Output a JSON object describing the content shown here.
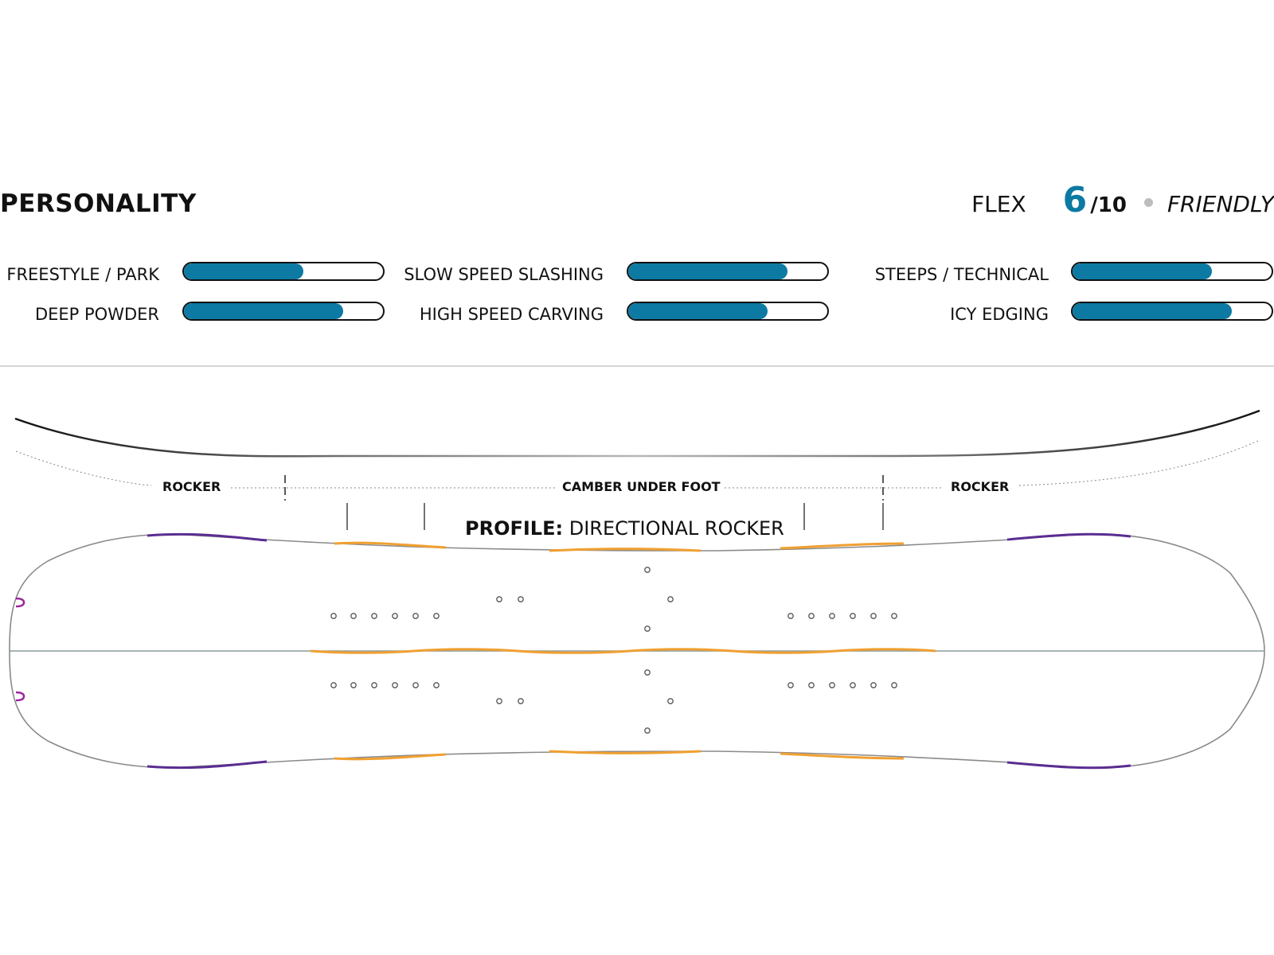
{
  "header": {
    "title": "PERSONALITY",
    "flex_label": "FLEX",
    "flex_value": "6",
    "flex_max": "/10",
    "flex_description": "FRIENDLY"
  },
  "ratings": [
    {
      "label": "FREESTYLE / PARK",
      "value": 0.6
    },
    {
      "label": "DEEP POWDER",
      "value": 0.8
    },
    {
      "label": "SLOW SPEED SLASHING",
      "value": 0.8
    },
    {
      "label": "HIGH SPEED CARVING",
      "value": 0.7
    },
    {
      "label": "STEEPS / TECHNICAL",
      "value": 0.7
    },
    {
      "label": "ICY EDGING",
      "value": 0.8
    }
  ],
  "profile": {
    "zones": [
      "ROCKER",
      "CAMBER UNDER FOOT",
      "ROCKER"
    ],
    "title_prefix": "PROFILE:",
    "title_value": "DIRECTIONAL ROCKER"
  },
  "colors": {
    "accent": "#0c7aa3",
    "camber_highlight": "#f0a030",
    "rocker_highlight": "#5a2d91",
    "nose_marker": "#9c27a0"
  }
}
